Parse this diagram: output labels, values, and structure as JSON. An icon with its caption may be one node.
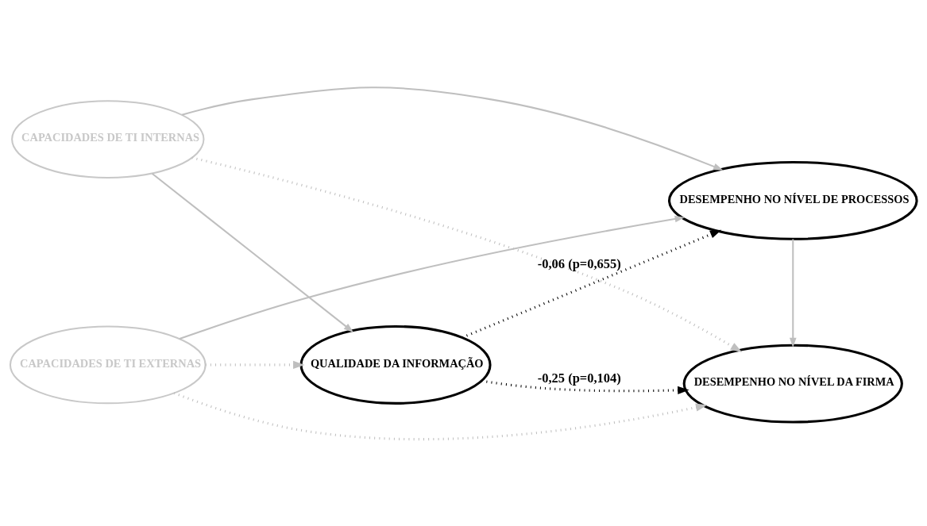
{
  "diagram": {
    "nodes": [
      {
        "text": [
          "CAPACIDADES DE TI INTERNAS"
        ]
      },
      {
        "text": [
          "DESEMPENHO NO NÍVEL DE PROCESSOS"
        ]
      },
      {
        "text": [
          "QUALIDADE DA INFORMAÇÃO"
        ]
      },
      {
        "text": [
          "DESEMPENHO NO NÍVEL DA FIRMA"
        ]
      },
      {
        "text": [
          "CAPACIDADES DE TI EXTERNAS"
        ]
      }
    ],
    "edges": [
      {
        "from": 0,
        "to": 1,
        "arrow": "to"
      },
      {
        "from": 0,
        "to": 3,
        "arrow": "to",
        "style": "dashed"
      },
      {
        "from": 0,
        "to": 2,
        "arrow": "to"
      },
      {
        "from": 4,
        "to": 2,
        "arrow": "to",
        "style": "dashed"
      },
      {
        "from": 2,
        "to": 1,
        "arrow": "to",
        "style": "dashed",
        "color": "#000000",
        "label": "-0,06 (p=0,655)"
      },
      {
        "from": 4,
        "to": 1,
        "arrow": "to"
      },
      {
        "from": 1,
        "to": 3,
        "arrow": "to"
      },
      {
        "from": 2,
        "to": 3,
        "arrow": "to",
        "style": "dashed",
        "color": "#000000",
        "label": "-0,25 (p=0,104)"
      },
      {
        "from": 4,
        "to": 3,
        "arrow": "to",
        "style": "dashed"
      }
    ]
  }
}
